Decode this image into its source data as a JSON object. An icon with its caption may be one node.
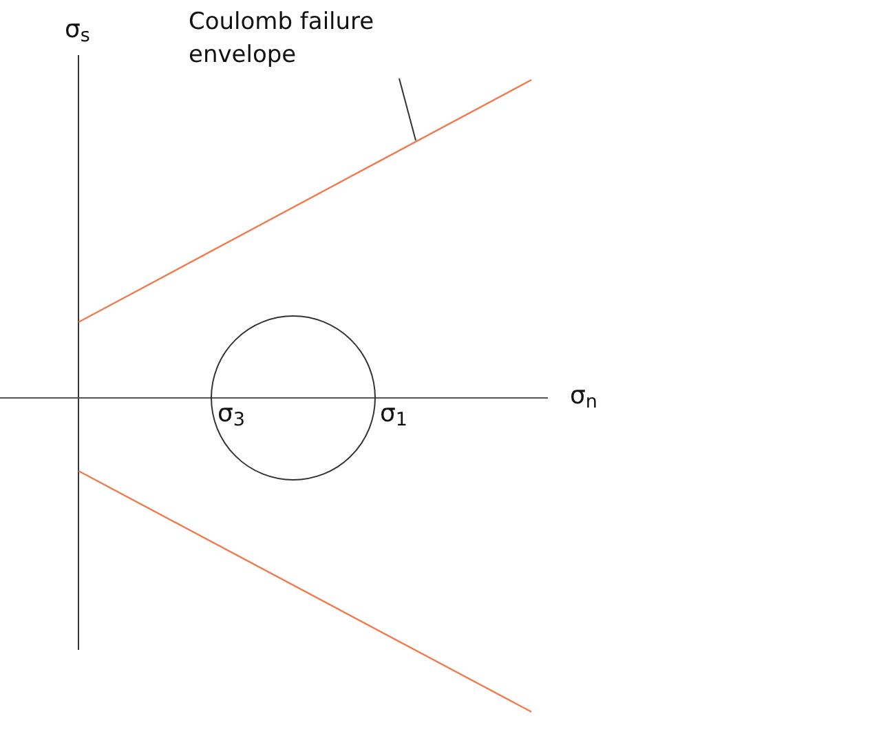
{
  "diagram": {
    "nodes": [
      {
        "text": [
          "Coulomb failure envelope"
        ]
      },
      {
        "text": [],
        "shape": "line"
      }
    ],
    "edges": [
      {
        "from": 0,
        "to": 1,
        "arrow": "none"
      }
    ],
    "labels": [
      "σ$_{s}$",
      "σ$_{n}$",
      "σ$_{3}$",
      "σ$_{1}$"
    ]
  }
}
